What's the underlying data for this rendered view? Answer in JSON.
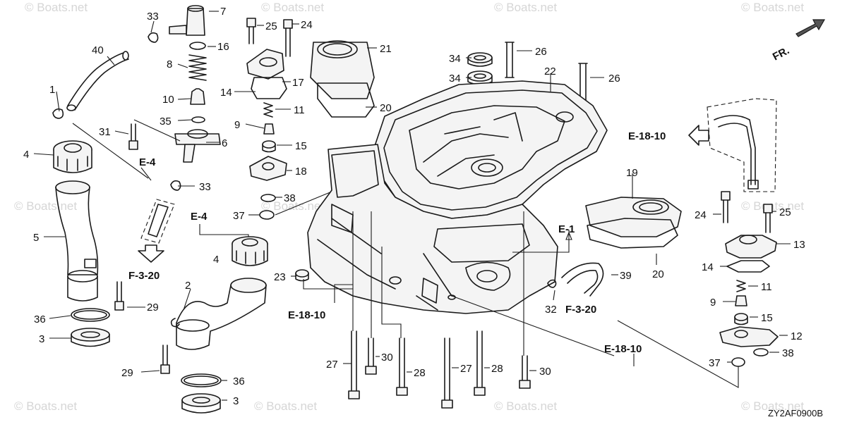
{
  "watermark": "© Boats.net",
  "diagram_code": "ZY2AF0900B",
  "direction_label": "FR.",
  "callouts": {
    "c1": "1",
    "c2": "2",
    "c3a": "3",
    "c3b": "3",
    "c4a": "4",
    "c4b": "4",
    "c5": "5",
    "c6": "6",
    "c7": "7",
    "c8": "8",
    "c9a": "9",
    "c9b": "9",
    "c10": "10",
    "c11a": "11",
    "c11b": "11",
    "c12": "12",
    "c13": "13",
    "c14a": "14",
    "c14b": "14",
    "c15a": "15",
    "c15b": "15",
    "c16": "16",
    "c17": "17",
    "c18": "18",
    "c19": "19",
    "c20a": "20",
    "c20b": "20",
    "c21": "21",
    "c22": "22",
    "c23": "23",
    "c24a": "24",
    "c24b": "24",
    "c25a": "25",
    "c25b": "25",
    "c26a": "26",
    "c26b": "26",
    "c27a": "27",
    "c27b": "27",
    "c28a": "28",
    "c28b": "28",
    "c29a": "29",
    "c29b": "29",
    "c30a": "30",
    "c30b": "30",
    "c31": "31",
    "c32": "32",
    "c33a": "33",
    "c33b": "33",
    "c34a": "34",
    "c34b": "34",
    "c35": "35",
    "c36a": "36",
    "c36b": "36",
    "c37a": "37",
    "c37b": "37",
    "c38a": "38",
    "c38b": "38",
    "c39": "39",
    "c40": "40"
  },
  "refs": {
    "e4a": "E-4",
    "e4b": "E-4",
    "e1": "E-1",
    "f320a": "F-3-20",
    "f320b": "F-3-20",
    "e1810a": "E-18-10",
    "e1810b": "E-18-10",
    "e1810c": "E-18-10"
  }
}
